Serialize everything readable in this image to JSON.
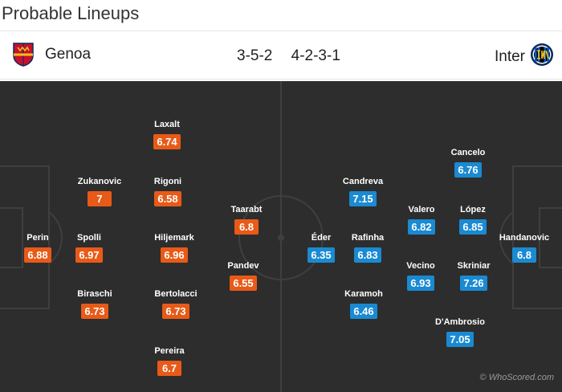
{
  "title": "Probable Lineups",
  "home_team": {
    "name": "Genoa",
    "formation": "3-5-2",
    "crest_icon": "genoa-crest-icon",
    "color": "#e85a17"
  },
  "away_team": {
    "name": "Inter",
    "formation": "4-2-3-1",
    "crest_icon": "inter-crest-icon",
    "color": "#1a8ad2"
  },
  "home_players": [
    {
      "name": "Perin",
      "rating": "6.88"
    },
    {
      "name": "Zukanovic",
      "rating": "7"
    },
    {
      "name": "Spolli",
      "rating": "6.97"
    },
    {
      "name": "Biraschi",
      "rating": "6.73"
    },
    {
      "name": "Laxalt",
      "rating": "6.74"
    },
    {
      "name": "Rigoni",
      "rating": "6.58"
    },
    {
      "name": "Hiljemark",
      "rating": "6.96"
    },
    {
      "name": "Bertolacci",
      "rating": "6.73"
    },
    {
      "name": "Pereira",
      "rating": "6.7"
    },
    {
      "name": "Taarabt",
      "rating": "6.8"
    },
    {
      "name": "Pandev",
      "rating": "6.55"
    }
  ],
  "away_players": [
    {
      "name": "Éder",
      "rating": "6.35"
    },
    {
      "name": "Candreva",
      "rating": "7.15"
    },
    {
      "name": "Rafinha",
      "rating": "6.83"
    },
    {
      "name": "Karamoh",
      "rating": "6.46"
    },
    {
      "name": "Valero",
      "rating": "6.82"
    },
    {
      "name": "Vecino",
      "rating": "6.93"
    },
    {
      "name": "Cancelo",
      "rating": "6.76"
    },
    {
      "name": "López",
      "rating": "6.85"
    },
    {
      "name": "Skriniar",
      "rating": "7.26"
    },
    {
      "name": "D'Ambrosio",
      "rating": "7.05"
    },
    {
      "name": "Handanovic",
      "rating": "6.8"
    }
  ],
  "credit": "© WhoScored.com"
}
